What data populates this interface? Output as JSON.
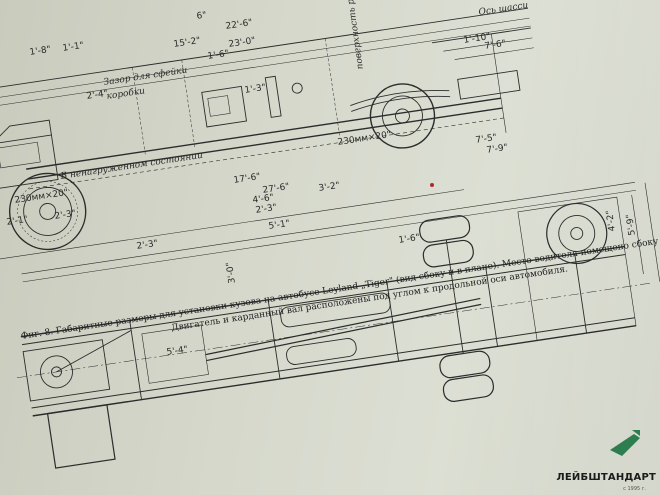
{
  "labels": {
    "gap_text": "Зазор для сфeйки",
    "gap_text2": "коробки",
    "unloaded": "В ненагруженном состоянии",
    "axle_axis": "Ось шасси",
    "frame_label": "поверхность рамы",
    "dims": {
      "d_6": "6\"",
      "d_22_6": "22'-6\"",
      "d_15_2": "15'-2\"",
      "d_23_0": "23'-0\"",
      "d_1_6": "1'-6\"",
      "d_1_1": "1'-1\"",
      "d_1_8": "1'-8\"",
      "d_2_4": "2'-4\"",
      "d_1_3": "1'-3\"",
      "d_1_10": "1'-10\"",
      "d_7_6": "7'-6\"",
      "d_7_5": "7'-5\"",
      "d_7_9": "7'-9\"",
      "d_230_20a": "230мм×20\"",
      "d_230_20b": "230мм×20\"",
      "d_17_6": "17'-6\"",
      "d_27_6": "27'-6\"",
      "d_3_2": "3'-2\"",
      "d_4_6": "4'-6\"",
      "d_2_3": "2'-3\"",
      "d_2_1": "2'-1\"",
      "d_2_3b": "2'-3\"",
      "d_5_1": "5'-1\"",
      "d_4_2": "4'-2\"",
      "d_5_9": "5'-9\"",
      "d_5_4": "5'-4\"",
      "d_2_3c": "2'-3\"",
      "d_1_6b": "1'-6\"",
      "d_3_0": "3'-0\""
    }
  },
  "caption": {
    "line1": "Фиг. 8. Габаритные размеры для установки кузова на автобусе Leyland „Tiger\" (вид сбоку и в плане). Место водителя помещено сбоку от двигателя.",
    "line2": "Двигатель и карданный вал расположены под углом к продольной оси автомобиля."
  },
  "brand": {
    "name": "ЛЕЙБШТАНДАРТ",
    "sub": "с 1995 г."
  },
  "colors": {
    "paper": "#d6d8cc",
    "ink": "#2a2a2a",
    "brand_green": "#2e7d4f",
    "red_dot": "#b02a2a"
  }
}
